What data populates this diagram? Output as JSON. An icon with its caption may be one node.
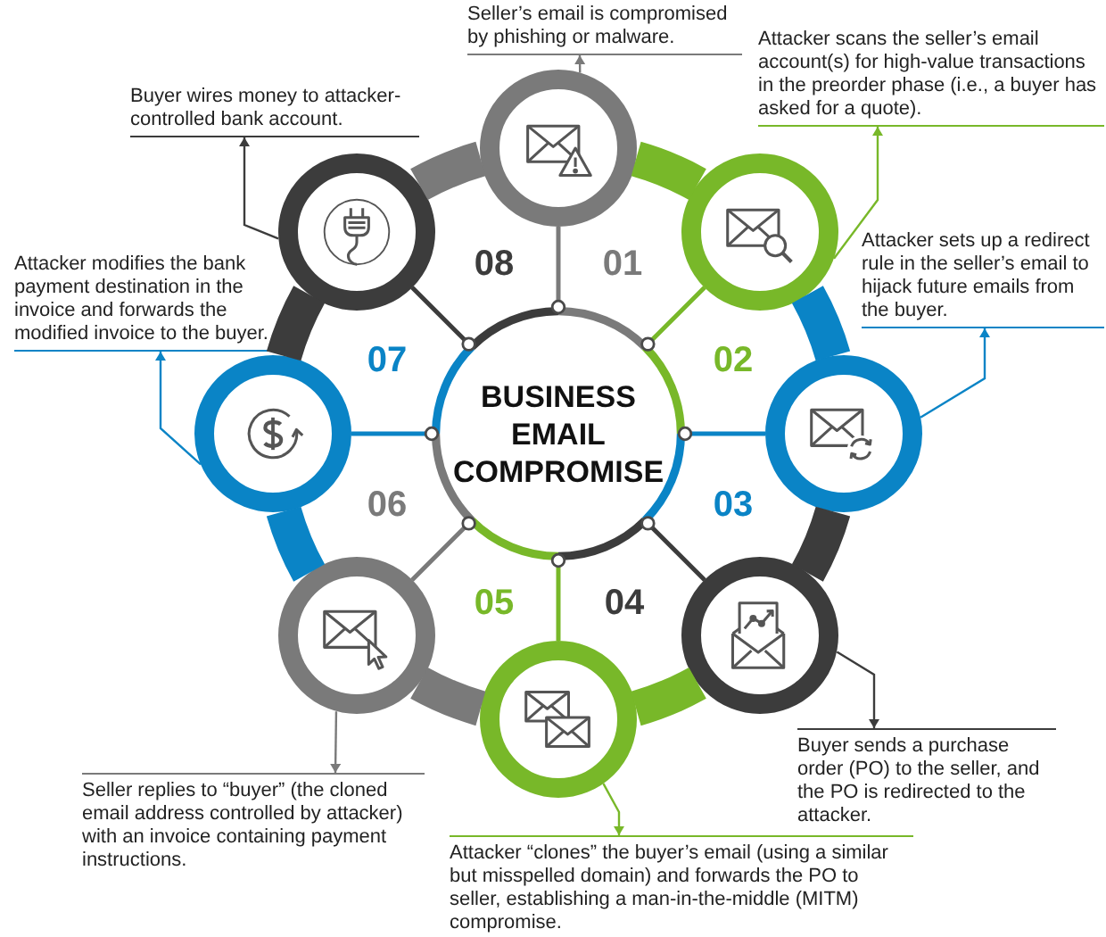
{
  "diagram": {
    "nodes": [
      {
        "text": [
          "BUSINESS EMAIL COMPROMISE"
        ]
      },
      {
        "text": [],
        "shape": "circle"
      },
      {
        "text": [
          "Seller’s email is compromised by phishing or malware."
        ]
      },
      {
        "text": [],
        "shape": "circle"
      },
      {
        "text": [
          "Attacker scans the seller’s email account(s) for high-value transactions in the preorder phase (i.e., a buyer has asked for a quote)."
        ]
      },
      {
        "text": [],
        "shape": "circle"
      },
      {
        "text": [
          "Attacker sets up a redirect rule in the seller’s email to hijack future emails from the buyer."
        ]
      },
      {
        "text": [],
        "shape": "circle"
      },
      {
        "text": [
          "Buyer sends a purchase order (PO) to the seller, and the PO is redirected to the attacker."
        ]
      },
      {
        "text": [],
        "shape": "circle"
      },
      {
        "text": [
          "Attacker “clones” the buyer’s email (using a similar but misspelled domain) and forwards the PO to seller, establishing a man-in-the-middle (MITM) compromise."
        ]
      },
      {
        "text": [],
        "shape": "circle"
      },
      {
        "text": [
          "Seller replies to “buyer” (the cloned email address controlled by attacker) with an invoice containing payment instructions."
        ]
      },
      {
        "text": [],
        "shape": "circle"
      },
      {
        "text": [
          "Attacker modifies the bank payment destination in the invoice and forwards the modified invoice to the buyer."
        ]
      },
      {
        "text": [],
        "shape": "circle"
      },
      {
        "text": [
          "Buyer wires money to attacker-controlled bank account."
        ]
      }
    ],
    "edges": [
      {
        "from": 0,
        "to": 1,
        "arrow": "other",
        "color": "#7a7a7a"
      },
      {
        "from": 0,
        "to": 3,
        "arrow": "other",
        "color": "#78b829"
      },
      {
        "from": 0,
        "to": 5,
        "arrow": "other",
        "color": "#0a84c6"
      },
      {
        "from": 0,
        "to": 7,
        "arrow": "other",
        "color": "#3c3c3c"
      },
      {
        "from": 0,
        "to": 9,
        "arrow": "other",
        "color": "#78b829"
      },
      {
        "from": 0,
        "to": 11,
        "arrow": "other",
        "color": "#7a7a7a"
      },
      {
        "from": 0,
        "to": 13,
        "arrow": "other",
        "color": "#0a84c6"
      },
      {
        "from": 0,
        "to": 15,
        "arrow": "other",
        "color": "#3c3c3c"
      },
      {
        "from": 1,
        "to": 3,
        "arrow": "none",
        "style": "thick",
        "color": "#78b829"
      },
      {
        "from": 3,
        "to": 5,
        "arrow": "none",
        "style": "thick",
        "color": "#0a84c6"
      },
      {
        "from": 5,
        "to": 7,
        "arrow": "none",
        "style": "thick",
        "color": "#3c3c3c"
      },
      {
        "from": 7,
        "to": 9,
        "arrow": "none",
        "style": "thick",
        "color": "#78b829"
      },
      {
        "from": 9,
        "to": 11,
        "arrow": "none",
        "style": "thick",
        "color": "#7a7a7a"
      },
      {
        "from": 11,
        "to": 13,
        "arrow": "none",
        "style": "thick",
        "color": "#0a84c6"
      },
      {
        "from": 13,
        "to": 15,
        "arrow": "none",
        "style": "thick",
        "color": "#3c3c3c"
      },
      {
        "from": 15,
        "to": 1,
        "arrow": "none",
        "style": "thick",
        "color": "#7a7a7a"
      },
      {
        "from": 1,
        "to": 2,
        "arrow": "to",
        "color": "#7a7a7a"
      },
      {
        "from": 3,
        "to": 4,
        "arrow": "to",
        "color": "#78b829"
      },
      {
        "from": 5,
        "to": 6,
        "arrow": "to",
        "color": "#0a84c6"
      },
      {
        "from": 7,
        "to": 8,
        "arrow": "to",
        "color": "#3c3c3c"
      },
      {
        "from": 9,
        "to": 10,
        "arrow": "to",
        "color": "#78b829"
      },
      {
        "from": 11,
        "to": 12,
        "arrow": "to",
        "color": "#7a7a7a"
      },
      {
        "from": 13,
        "to": 14,
        "arrow": "to",
        "color": "#0a84c6"
      },
      {
        "from": 15,
        "to": 16,
        "arrow": "to",
        "color": "#3c3c3c"
      }
    ],
    "labels": [
      "08",
      "01",
      "07",
      "02",
      "06",
      "03",
      "05",
      "04"
    ]
  }
}
